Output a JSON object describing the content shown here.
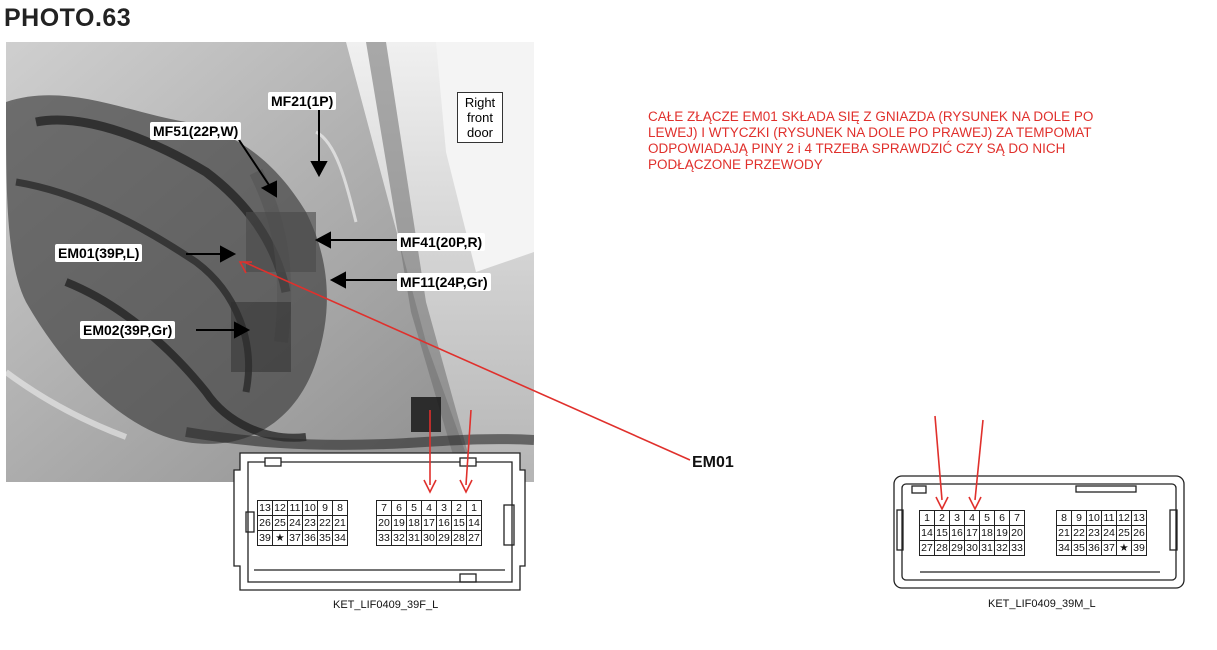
{
  "title": "PHOTO.63",
  "photo_labels": {
    "mf21": "MF21(1P)",
    "mf51": "MF51(22P,W)",
    "em01": "EM01(39P,L)",
    "mf41": "MF41(20P,R)",
    "mf11": "MF11(24P,Gr)",
    "em02": "EM02(39P,Gr)",
    "door": [
      "Right",
      "front",
      "door"
    ]
  },
  "note_lines": [
    "CAŁE ZŁĄCZE EM01 SKŁADA SIĘ Z GNIAZDA (RYSUNEK NA DOLE PO",
    "LEWEJ) I WTYCZKI (RYSUNEK NA DOLE PO PRAWEJ) ZA TEMPOMAT",
    "ODPOWIADAJĄ PINY 2 i 4 TRZEBA SPRAWDZIĆ CZY SĄ DO NICH",
    "PODŁĄCZONE PRZEWODY"
  ],
  "callout_label": "EM01",
  "connector_left": {
    "caption": "KET_LIF0409_39F_L",
    "block_a": [
      [
        "13",
        "12",
        "11",
        "10",
        "9",
        "8"
      ],
      [
        "26",
        "25",
        "24",
        "23",
        "22",
        "21"
      ],
      [
        "39",
        "★",
        "37",
        "36",
        "35",
        "34"
      ]
    ],
    "block_b": [
      [
        "7",
        "6",
        "5",
        "4",
        "3",
        "2",
        "1"
      ],
      [
        "20",
        "19",
        "18",
        "17",
        "16",
        "15",
        "14"
      ],
      [
        "33",
        "32",
        "31",
        "30",
        "29",
        "28",
        "27"
      ]
    ]
  },
  "connector_right": {
    "caption": "KET_LIF0409_39M_L",
    "block_a": [
      [
        "1",
        "2",
        "3",
        "4",
        "5",
        "6",
        "7"
      ],
      [
        "14",
        "15",
        "16",
        "17",
        "18",
        "19",
        "20"
      ],
      [
        "27",
        "28",
        "29",
        "30",
        "31",
        "32",
        "33"
      ]
    ],
    "block_b": [
      [
        "8",
        "9",
        "10",
        "11",
        "12",
        "13"
      ],
      [
        "21",
        "22",
        "23",
        "24",
        "25",
        "26"
      ],
      [
        "34",
        "35",
        "36",
        "37",
        "★",
        "39"
      ]
    ]
  },
  "colors": {
    "annotation": "#e0302c",
    "ink": "#111111"
  }
}
